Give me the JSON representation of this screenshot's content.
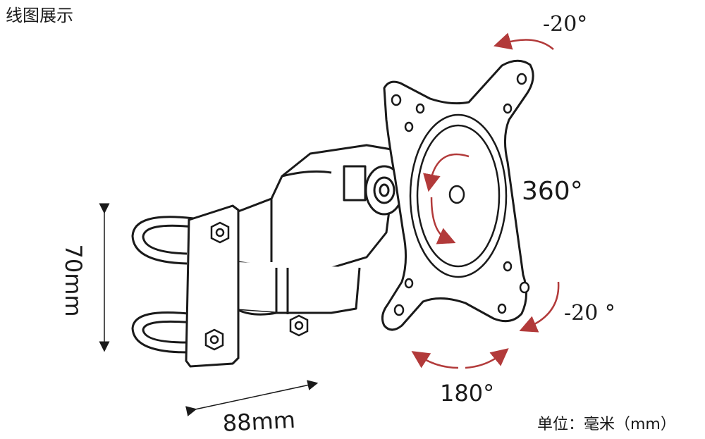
{
  "title": "线图展示",
  "unit_label": "单位：毫米（mm）",
  "angles": {
    "tilt_top": "-20°",
    "rotation": "360°",
    "tilt_bottom": "-20 °",
    "swivel": "180°"
  },
  "dimensions": {
    "height": "70mm",
    "width": "88mm"
  },
  "colors": {
    "line": "#1a1a1a",
    "arrow": "#b23a3a",
    "background": "#ffffff"
  }
}
